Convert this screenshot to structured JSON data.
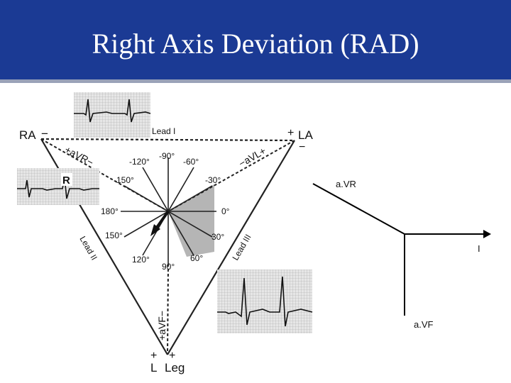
{
  "slide": {
    "title": "Right Axis Deviation (RAD)"
  },
  "triangle": {
    "corner_ra": "RA",
    "corner_la": "LA",
    "corner_leg_l": "L",
    "corner_leg_leg": "Leg",
    "sign_ra": "−",
    "sign_la_top": "+",
    "sign_la_bottom": "−",
    "sign_leg_plus": "+",
    "sign_leg_plus2": "+",
    "lead_i": "Lead I",
    "lead_ii": "Lead II",
    "lead_iii": "Lead III",
    "avr": "+aVR−",
    "avl": "−aVL+",
    "avf": "+aVF−"
  },
  "hexaxial": {
    "angles": [
      "-90°",
      "-60°",
      "-120°",
      "-150°",
      "-30°",
      "180°",
      "0°",
      "150°",
      "30°",
      "120°",
      "90°",
      "60°"
    ]
  },
  "ecg_strips": {
    "strip_r_label": "R"
  },
  "axis_diagram": {
    "label_avr": "a.VR",
    "label_i": "I",
    "label_avf": "a.VF"
  },
  "colors": {
    "header": "#1b3a94",
    "shading": "#b5b5b5"
  }
}
